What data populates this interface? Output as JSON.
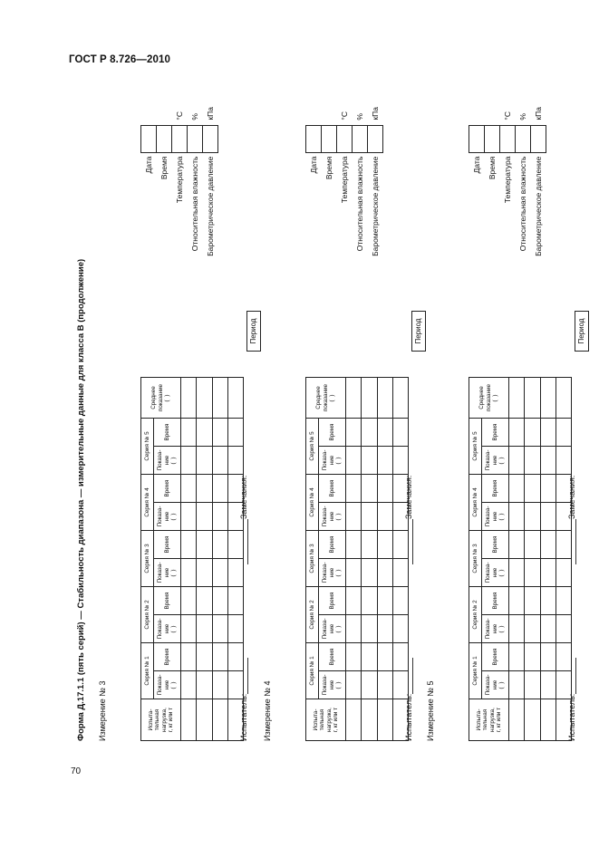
{
  "header": {
    "doc_code": "ГОСТ Р 8.726—2010",
    "page_number": "70",
    "form_title": "Форма Д.17.1.1 (пять серий) — Стабильность диапазона — измерительные данные для класса В (продолжение)"
  },
  "table_labels": {
    "load_col": [
      "Испыта-",
      "тельная",
      "нагрузка,",
      "г, кг или т"
    ],
    "reading": [
      "Показа-",
      "ние"
    ],
    "time": "Время",
    "paren": "(      )",
    "average": [
      "Среднее",
      "показание"
    ],
    "period": "Период"
  },
  "measurements": [
    {
      "label": "Измерение № 3",
      "series": [
        "Серия № 1",
        "Серия № 2",
        "Серия № 3",
        "Серия № 4",
        "Серия № 5"
      ],
      "tester": "Испытатель:",
      "remarks": "Замечания:"
    },
    {
      "label": "Измерение № 4",
      "series": [
        "Серия № 1",
        "Серия № 2",
        "Серия № 3",
        "Серия № 4",
        "Серия № 5"
      ],
      "tester": "Испытатель:",
      "remarks": "Замечания:"
    },
    {
      "label": "Измерение № 5",
      "series": [
        "Серия № 1",
        "Серия № 2",
        "Серия № 3",
        "Серия № 4",
        "Серия № 5"
      ],
      "tester": "Испытатель:",
      "remarks": "Замечания:"
    }
  ],
  "conditions": [
    {
      "label": "Дата",
      "unit": ""
    },
    {
      "label": "Время",
      "unit": ""
    },
    {
      "label": "Температура",
      "unit": "°С"
    },
    {
      "label": "Относительная влажность",
      "unit": "%"
    },
    {
      "label": "Барометрическое давление",
      "unit": "кПа"
    }
  ]
}
